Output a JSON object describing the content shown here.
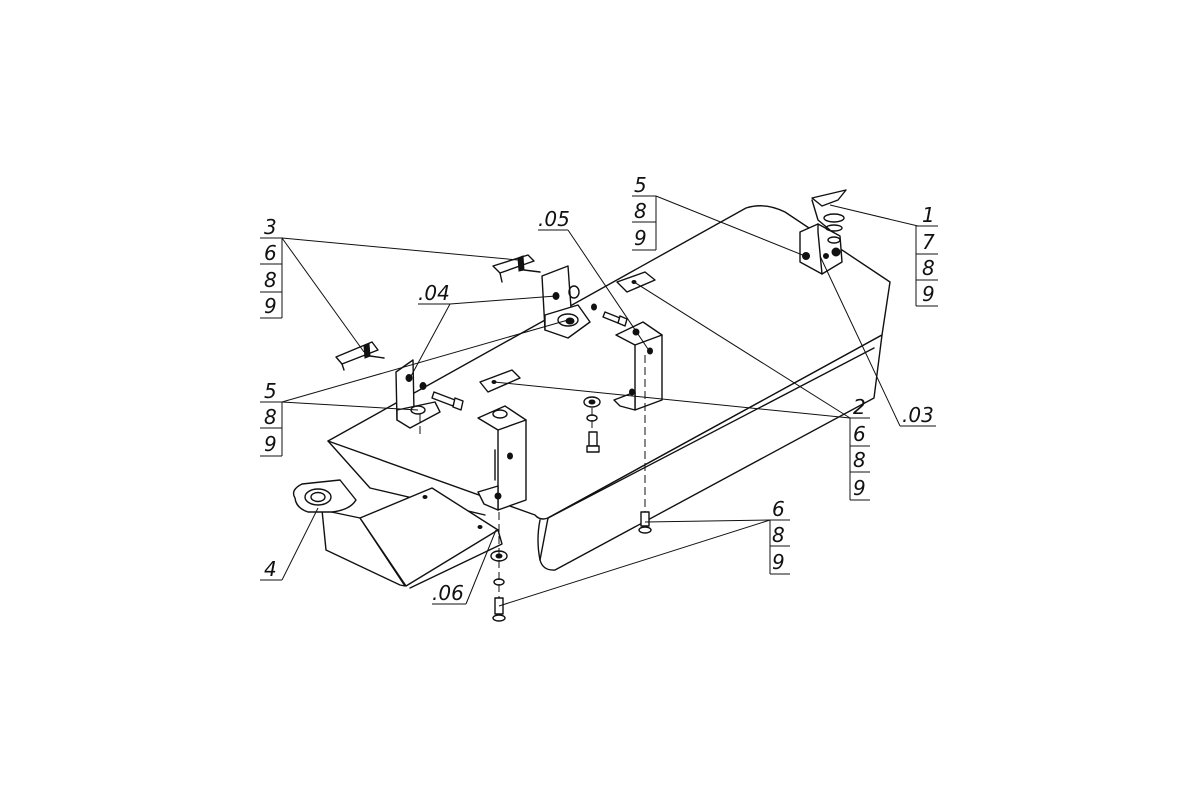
{
  "callouts": {
    "c1": [
      "1",
      "7",
      "8",
      "9"
    ],
    "c2": [
      "2",
      "6",
      "8",
      "9"
    ],
    "c3": [
      "3",
      "6",
      "8",
      "9"
    ],
    "c4": [
      "4"
    ],
    "c5a": [
      "5",
      "8",
      "9"
    ],
    "c5b": [
      "5",
      "8",
      "9"
    ],
    "c6": [
      "6",
      "8",
      "9"
    ],
    "c03": [
      ".03"
    ],
    "c04": [
      ".04"
    ],
    "c05": [
      ".05"
    ],
    "c06": [
      ".06"
    ]
  }
}
